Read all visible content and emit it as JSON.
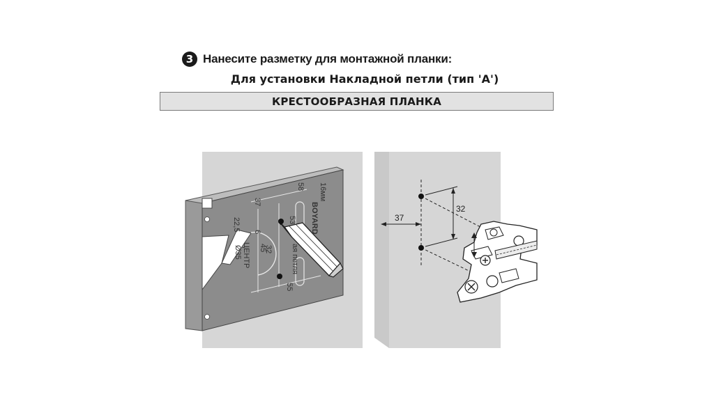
{
  "step": {
    "number": "3",
    "text": "Нанесите разметку для монтажной планки:"
  },
  "subtitle": "Для установки Накладной петли (тип 'А')",
  "section_bar": "КРЕСТООБРАЗНАЯ ПЛАНКА",
  "template_labels": {
    "d37": "37",
    "d58": "58",
    "d53": "53",
    "d16": "16мм",
    "d22_5": "22,5",
    "d6": "6",
    "d32": "32",
    "d45": "45",
    "d55": "55",
    "center": "ЦЕНТР",
    "d35": "Ø35",
    "petlya": "ая петля",
    "brand": "BOYARD"
  },
  "dimensions": {
    "horizontal": "37",
    "vertical": "32"
  },
  "colors": {
    "panel": "#d6d6d6",
    "template": "#8c8c8c",
    "ink": "#1a1a1a"
  }
}
